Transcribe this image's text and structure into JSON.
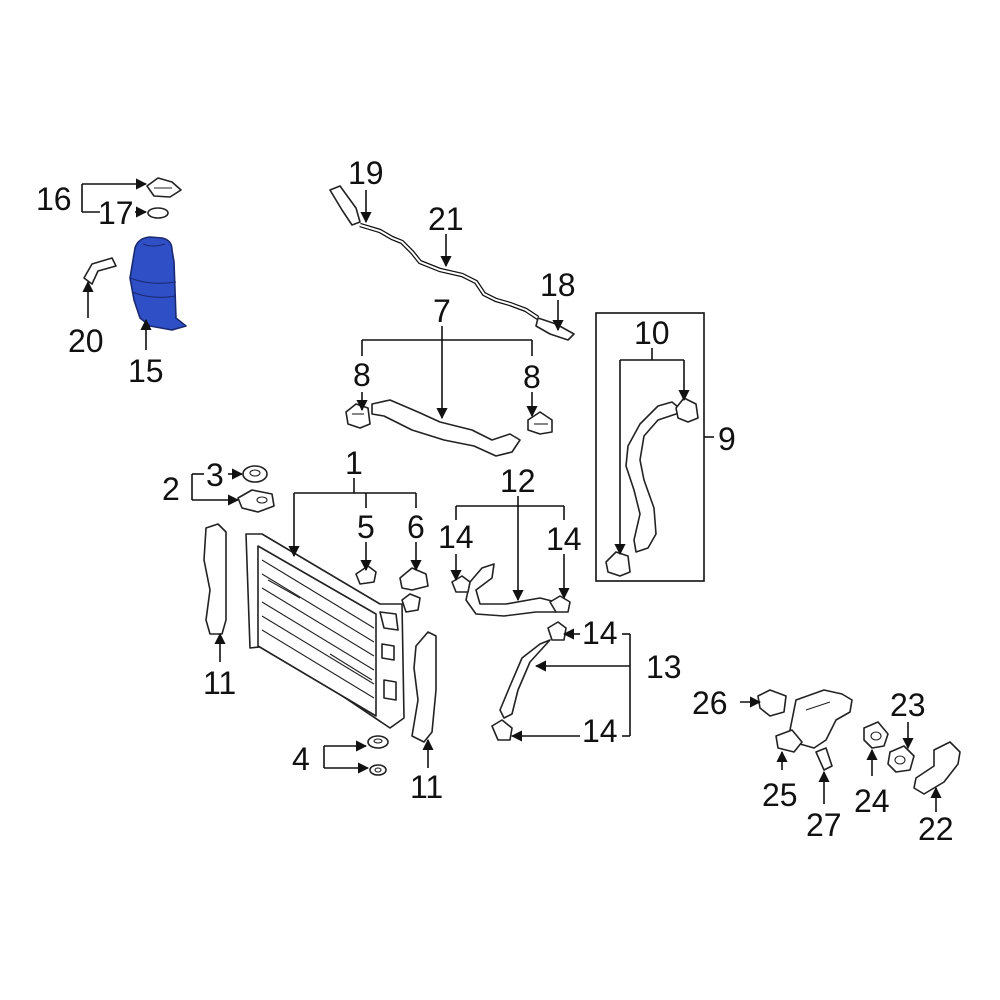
{
  "diagram": {
    "highlight_color": "#2f4fc6",
    "highlighted_part": "15",
    "callouts": {
      "c1": "1",
      "c2": "2",
      "c3": "3",
      "c4": "4",
      "c5": "5",
      "c6": "6",
      "c7": "7",
      "c8a": "8",
      "c8b": "8",
      "c9": "9",
      "c10": "10",
      "c11a": "11",
      "c11b": "11",
      "c12": "12",
      "c13": "13",
      "c14a": "14",
      "c14b": "14",
      "c14c": "14",
      "c14d": "14",
      "c15": "15",
      "c16": "16",
      "c17": "17",
      "c18": "18",
      "c19": "19",
      "c20": "20",
      "c21": "21",
      "c22": "22",
      "c23": "23",
      "c24": "24",
      "c25": "25",
      "c26": "26",
      "c27": "27"
    }
  }
}
